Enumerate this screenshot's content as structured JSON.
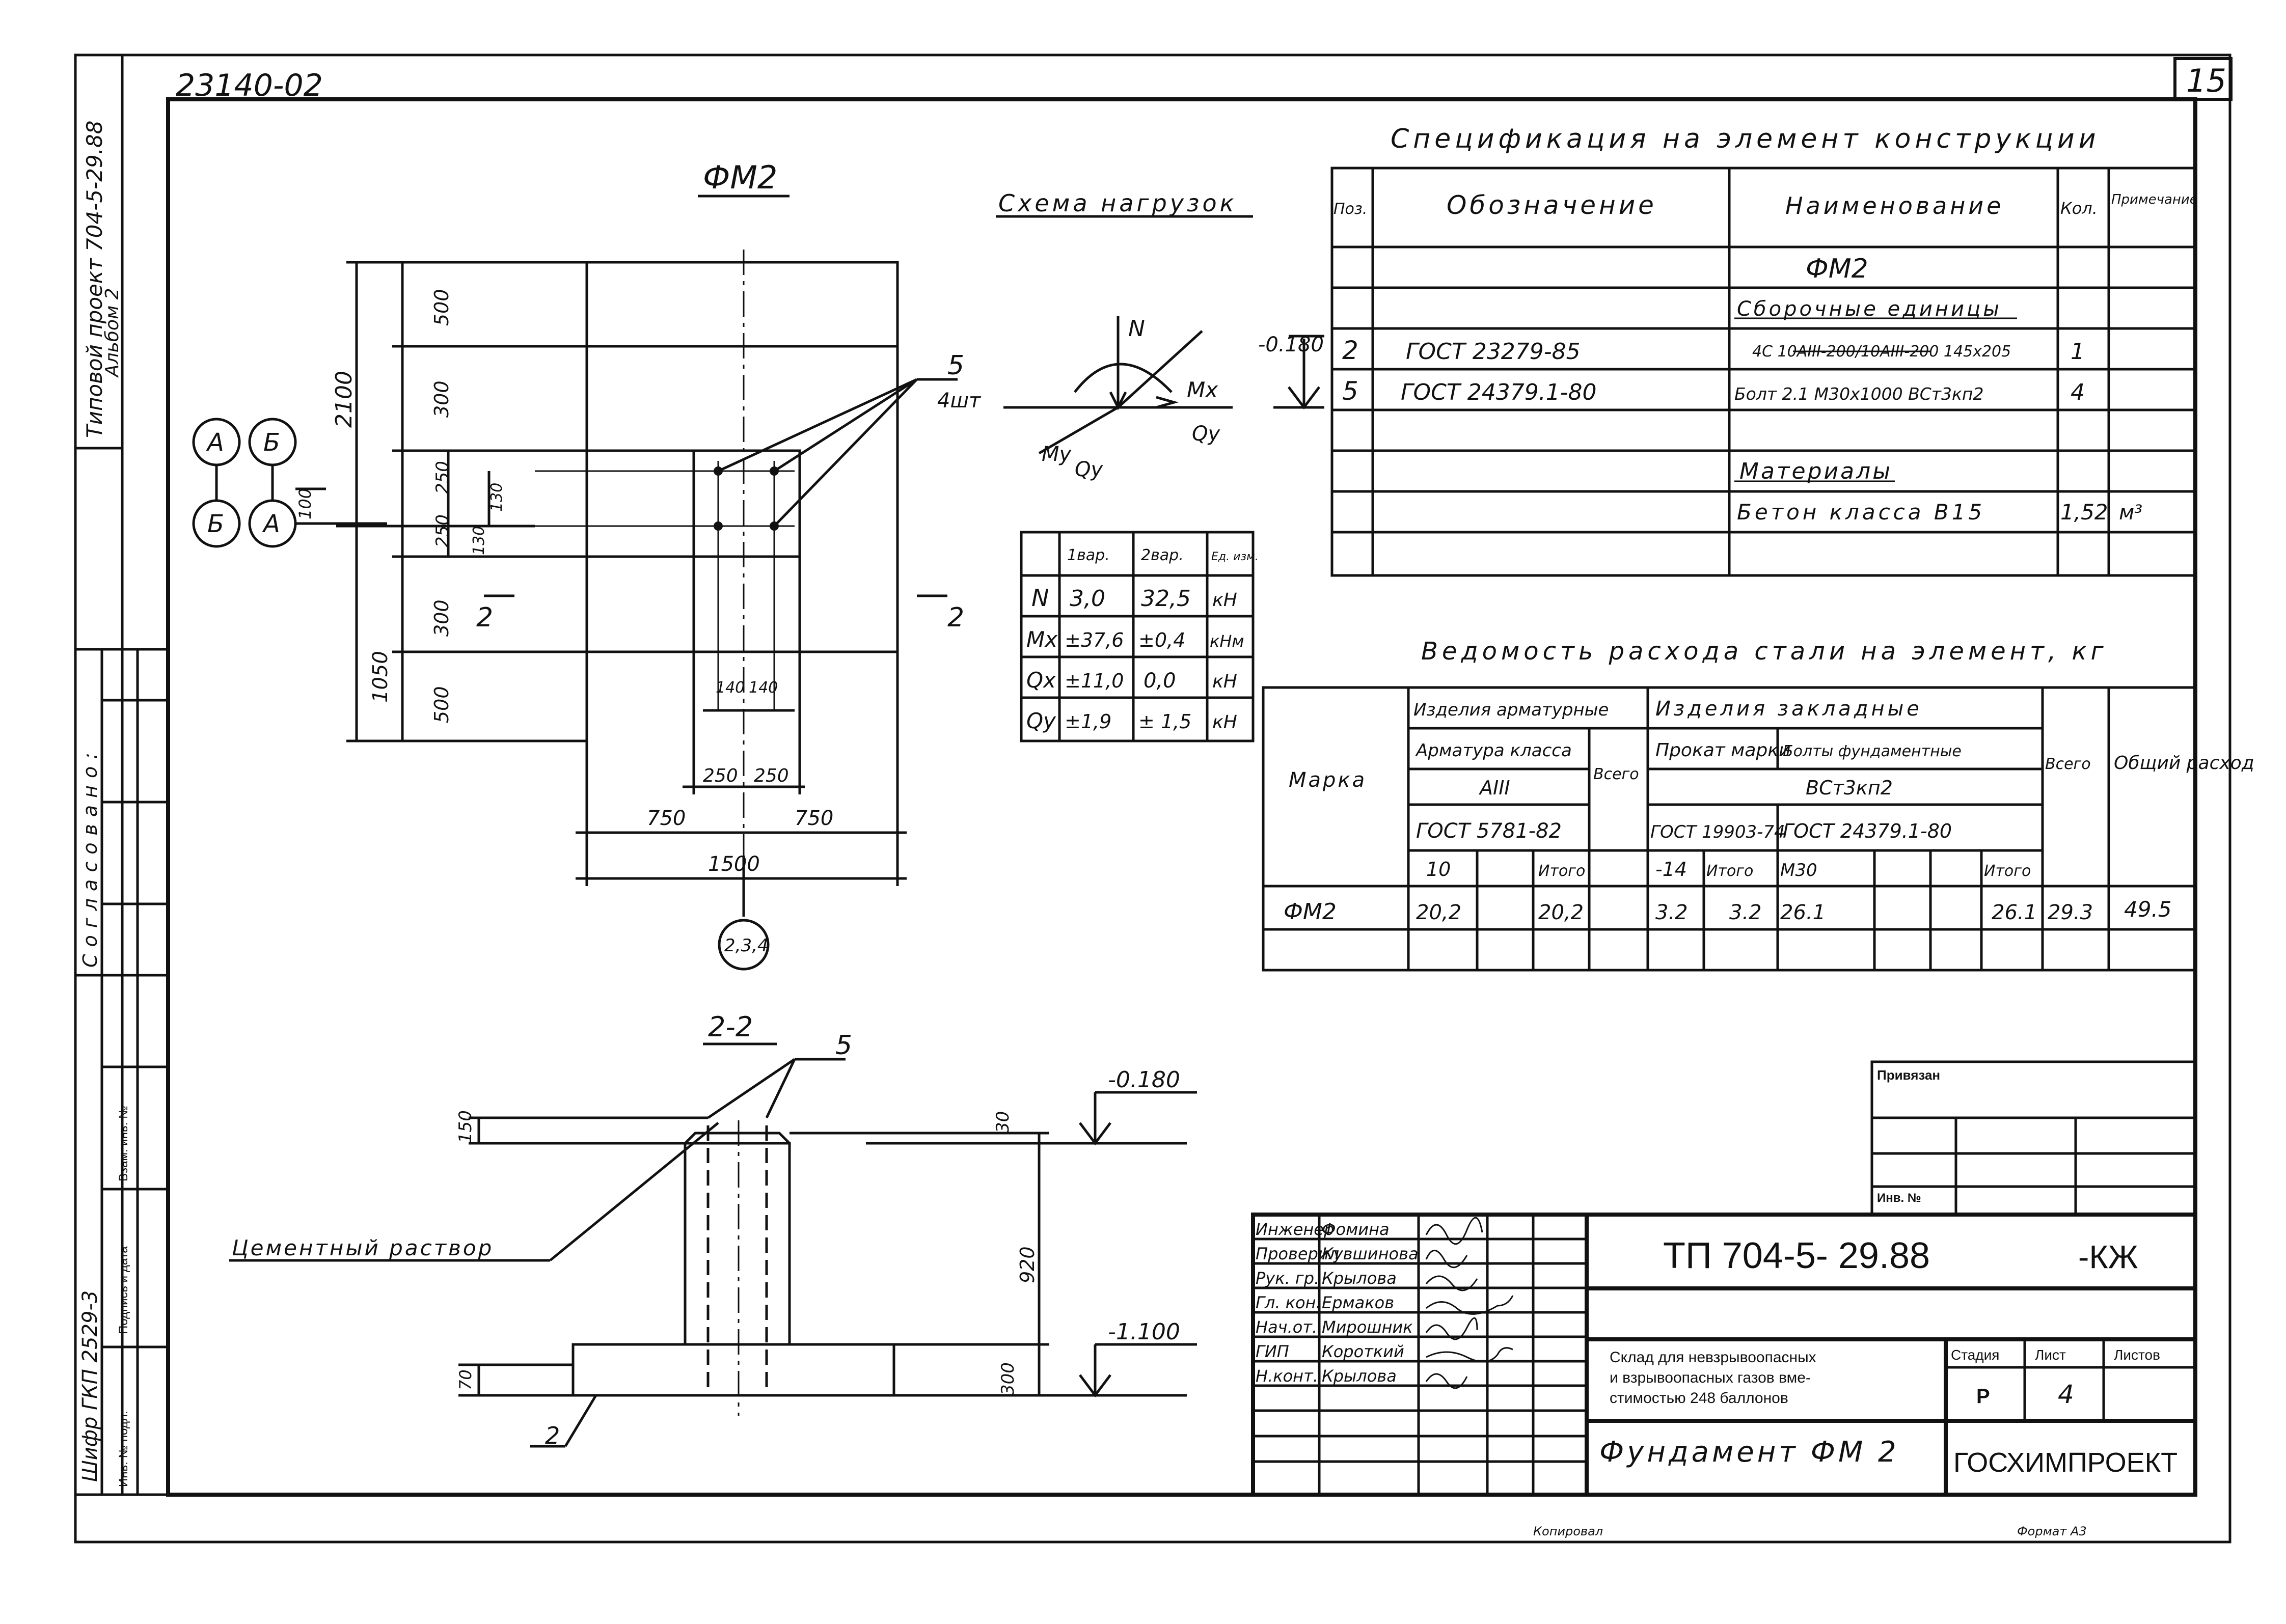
{
  "header": {
    "code": "23140-02",
    "sheet_number": "15",
    "side_title_1": "Типовой проект 704-5-29.88",
    "side_title_2": "Альбом 2",
    "side_agreed": "Согласовано:",
    "side_cipher": "Шифр ГКП 2529-3",
    "side_inv_orig": "Инв. № подл.",
    "side_sign_date": "Подпись и дата",
    "side_inv_repl": "Взам. инв. №"
  },
  "plan": {
    "title": "ФМ2",
    "dims_left_outer": [
      "2100",
      "1050"
    ],
    "dims_left": [
      "500",
      "300",
      "250",
      "250",
      "300",
      "500"
    ],
    "dim_130a": "130",
    "dim_130b": "130",
    "dim_100": "100",
    "dims_bottom_inner": [
      "140",
      "140"
    ],
    "dims_bottom_250": [
      "250",
      "250"
    ],
    "dims_bottom_750": [
      "750",
      "750"
    ],
    "dim_1500": "1500",
    "callout_5": "5",
    "callout_qty": "4шт",
    "section_mark_left": "2",
    "section_mark_right": "2",
    "axis_A": "А",
    "axis_B": "Б",
    "axis_ref": "2,3,4"
  },
  "section": {
    "title": "2-2",
    "callout_5": "5",
    "callout_2": "2",
    "mortar_label": "Цементный раствор",
    "level_top": "-0.180",
    "level_bottom": "-1.100",
    "dim_150": "150",
    "dim_30": "30",
    "dim_920": "920",
    "dim_300": "300",
    "dim_70": "70"
  },
  "loads": {
    "title": "Схема нагрузок",
    "level": "-0.180",
    "N": "N",
    "Mx": "Mx",
    "My": "My",
    "Qy1": "Qy",
    "Qy2": "Qy"
  },
  "load_table": {
    "headers": [
      "",
      "1вар.",
      "2вар.",
      "Ед. изм."
    ],
    "rows": [
      [
        "N",
        "3,0",
        "32,5",
        "кН"
      ],
      [
        "Mx",
        "±37,6",
        "±0,4",
        "кНм"
      ],
      [
        "Qx",
        "±11,0",
        "0,0",
        "кН"
      ],
      [
        "Qy",
        "±1,9",
        "± 1,5",
        "кН"
      ]
    ]
  },
  "spec": {
    "title": "Спецификация на элемент конструкции",
    "headers": [
      "Поз.",
      "Обозначение",
      "Наименование",
      "Кол.",
      "Примечание"
    ],
    "group_title": "ФМ2",
    "subgroup_1": "Сборочные единицы",
    "rows": [
      {
        "pos": "2",
        "designation": "ГОСТ 23279-85",
        "name": "4С 10АIII-200/10АIII-200 145х205",
        "qty": "1",
        "note": ""
      },
      {
        "pos": "5",
        "designation": "ГОСТ 24379.1-80",
        "name": "Болт 2.1 М30х1000 ВСт3кп2",
        "qty": "4",
        "note": ""
      }
    ],
    "subgroup_2": "Материалы",
    "material": {
      "name": "Бетон класса В15",
      "qty": "1,52",
      "note": "м³"
    }
  },
  "steel": {
    "title": "Ведомость расхода стали на элемент, кг",
    "h_marka": "Марка",
    "h_arm": "Изделия арматурные",
    "h_embed": "Изделия закладные",
    "h_arm_class": "Арматура класса",
    "h_aiii": "АIII",
    "h_gost_arm": "ГОСТ 5781-82",
    "h_total": "Всего",
    "h_prokat": "Прокат марки",
    "h_bolts": "Болты фундаментные",
    "h_vst": "ВСт3кп2",
    "h_gost_prokat": "ГОСТ 19903-74",
    "h_gost_bolts": "ГОСТ 24379.1-80",
    "h_10": "10",
    "h_itogo": "Итого",
    "h_14": "-14",
    "h_m30": "М30",
    "h_grand": "Общий расход",
    "row": [
      "ФМ2",
      "20,2",
      "",
      "20,2",
      "",
      "3.2",
      "",
      "3.2",
      "26.1",
      "",
      "",
      "26.1",
      "29.3",
      "49.5"
    ]
  },
  "stamp": {
    "bound": "Привязан",
    "inv": "Инв. №",
    "project": "ТП 704-5- 29.88",
    "mark": "-КЖ",
    "roles": [
      [
        "Инженер",
        "Фомина"
      ],
      [
        "Проверил",
        "Кувшинова"
      ],
      [
        "Рук. гр.",
        "Крылова"
      ],
      [
        "Гл. кон.",
        "Ермаков"
      ],
      [
        "Нач.от.",
        "Мирошник"
      ],
      [
        "ГИП",
        "Короткий"
      ],
      [
        "Н.конт.",
        "Крылова"
      ]
    ],
    "description": [
      "Склад для невзрывоопасных",
      "и взрывоопасных газов вме-",
      "стимостью 248 баллонов"
    ],
    "drawing_title": "Фундамент ФМ 2",
    "stage_h": "Стадия",
    "sheet_h": "Лист",
    "sheets_h": "Листов",
    "stage": "Р",
    "sheet": "4",
    "org": "ГОСХИМПРОЕКТ",
    "copied": "Копировал",
    "format": "Формат А3"
  }
}
